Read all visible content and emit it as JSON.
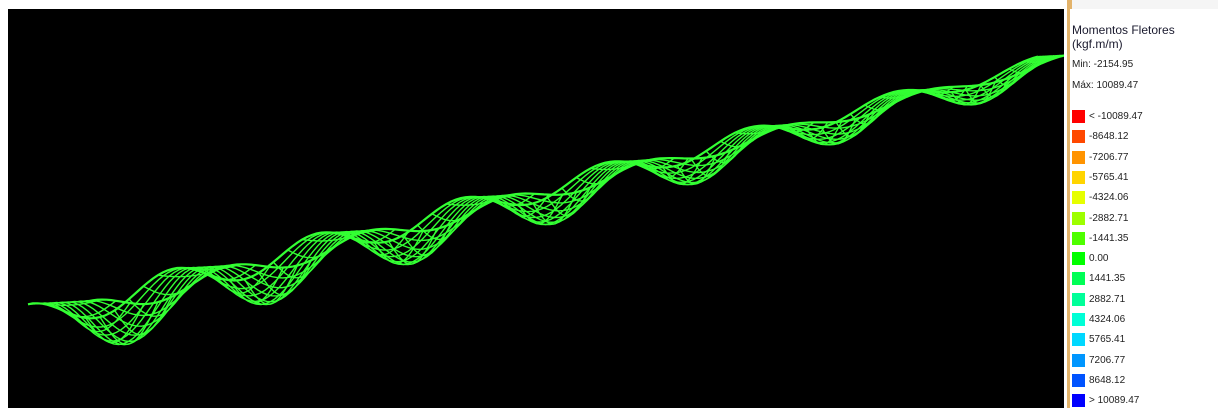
{
  "legend": {
    "title": "Momentos Fletores",
    "units": "(kgf.m/m)",
    "min": "Min: -2154.95",
    "max": "Máx: 10089.47",
    "items": [
      {
        "label": "< -10089.47",
        "color": "#ff0000"
      },
      {
        "label": "-8648.12",
        "color": "#ff4800"
      },
      {
        "label": "-7206.77",
        "color": "#ff9400"
      },
      {
        "label": "-5765.41",
        "color": "#ffd500"
      },
      {
        "label": "-4324.06",
        "color": "#e6ff00"
      },
      {
        "label": "-2882.71",
        "color": "#9dff00"
      },
      {
        "label": "-1441.35",
        "color": "#4eff00"
      },
      {
        "label": "0.00",
        "color": "#00ff00"
      },
      {
        "label": "1441.35",
        "color": "#00ff56"
      },
      {
        "label": "2882.71",
        "color": "#00ff99"
      },
      {
        "label": "4324.06",
        "color": "#00ffd6"
      },
      {
        "label": "5765.41",
        "color": "#00d8ff"
      },
      {
        "label": "7206.77",
        "color": "#0096ff"
      },
      {
        "label": "8648.12",
        "color": "#0053ff"
      },
      {
        "label": "> 10089.47",
        "color": "#0000ff"
      }
    ]
  },
  "mesh": {
    "color": "#33ff33",
    "accent": "#1fe6c9",
    "deep": "#1a66ff"
  }
}
